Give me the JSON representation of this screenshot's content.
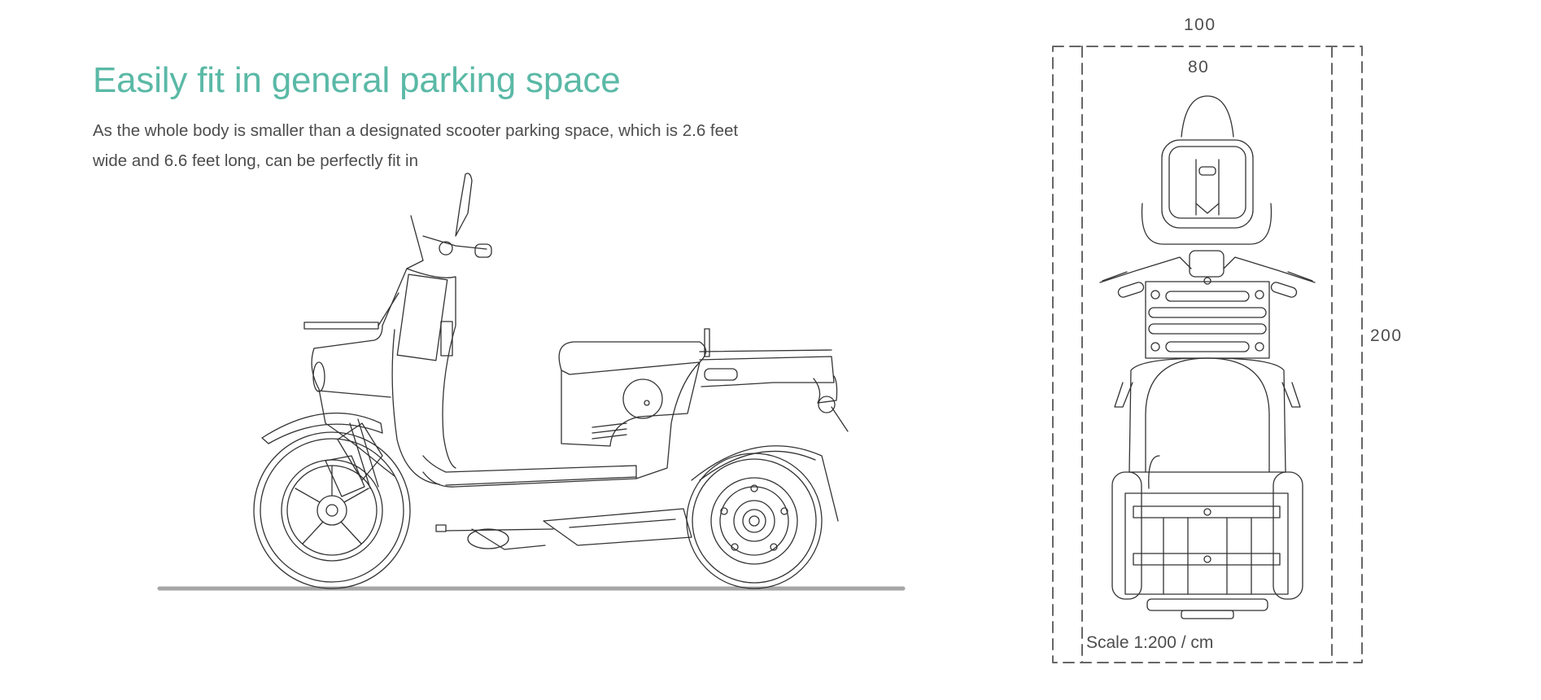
{
  "heading": "Easily fit in general parking space",
  "description": {
    "line1": "As the whole body is smaller than a designated scooter parking space, which is 2.6 feet",
    "line2": "wide and 6.6 feet long, can be perfectly fit in"
  },
  "dimensions": {
    "outer_width": "100",
    "inner_width": "80",
    "length": "200"
  },
  "scale_label": "Scale  1:200 / cm",
  "colors": {
    "heading": "#5ab9a6",
    "text": "#4d4d4d",
    "line_art": "#333333",
    "ground": "#a6a6a6",
    "dash": "#666666"
  }
}
